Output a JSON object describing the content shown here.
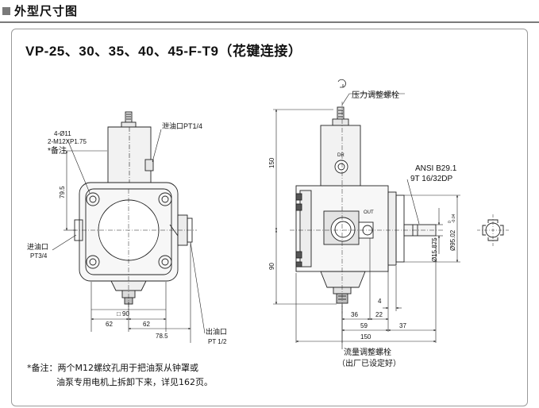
{
  "header": {
    "title": "外型尺寸图"
  },
  "model_title": "VP-25、30、35、40、45-F-T9（花键连接）",
  "front_view": {
    "hole_spec": "4-Ø11",
    "thread_spec": "2-M12XP1.75",
    "note_mark": "*备注",
    "drain_port": "泄油口PT1/4",
    "inlet_port_label": "进油口",
    "inlet_port_size": "PT3/4",
    "outlet_port_label": "出油口",
    "outlet_port_size": "PT 1/2",
    "dim_height": "79.5",
    "dim_base": "□ 90",
    "dim_left": "62",
    "dim_right": "62",
    "dim_outlet": "78.5"
  },
  "side_view": {
    "pressure_screw": "压力调整螺栓",
    "flow_screw": "流量调整螺栓",
    "flow_screw_note": "（出厂已设定好）",
    "drain_mark": "DR",
    "outlet_mark": "OUT",
    "shaft_standard": "ANSI B29.1",
    "shaft_spline": "9T 16/32DP",
    "dim_upper": "150",
    "dim_lower": "90",
    "dim_pilot": "Ø15.875",
    "dim_shaft": "Ø95.02",
    "dim_shaft_tol_upper": "0",
    "dim_shaft_tol_lower": "-0.04",
    "dim_4": "4",
    "dim_36": "36",
    "dim_22": "22",
    "dim_59": "59",
    "dim_37": "37",
    "dim_150": "150"
  },
  "footnote": {
    "line1": "*备注：两个M12螺纹孔用于把油泵从钟罩或",
    "line2": "油泵专用电机上拆卸下来，详见162页。"
  }
}
